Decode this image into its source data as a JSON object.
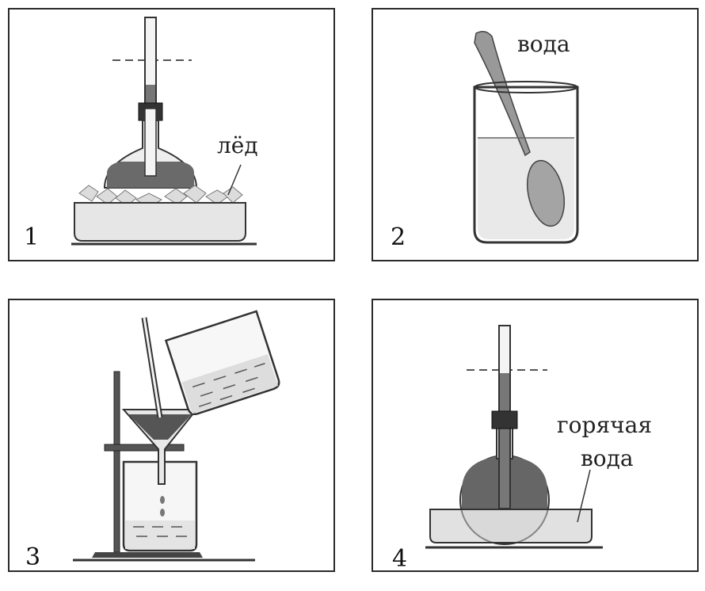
{
  "panels": [
    {
      "number": "1",
      "label": "лёд"
    },
    {
      "number": "2",
      "label": "вода"
    },
    {
      "number": "3"
    },
    {
      "number": "4",
      "label_line1": "горячая",
      "label_line2": "вода"
    }
  ]
}
